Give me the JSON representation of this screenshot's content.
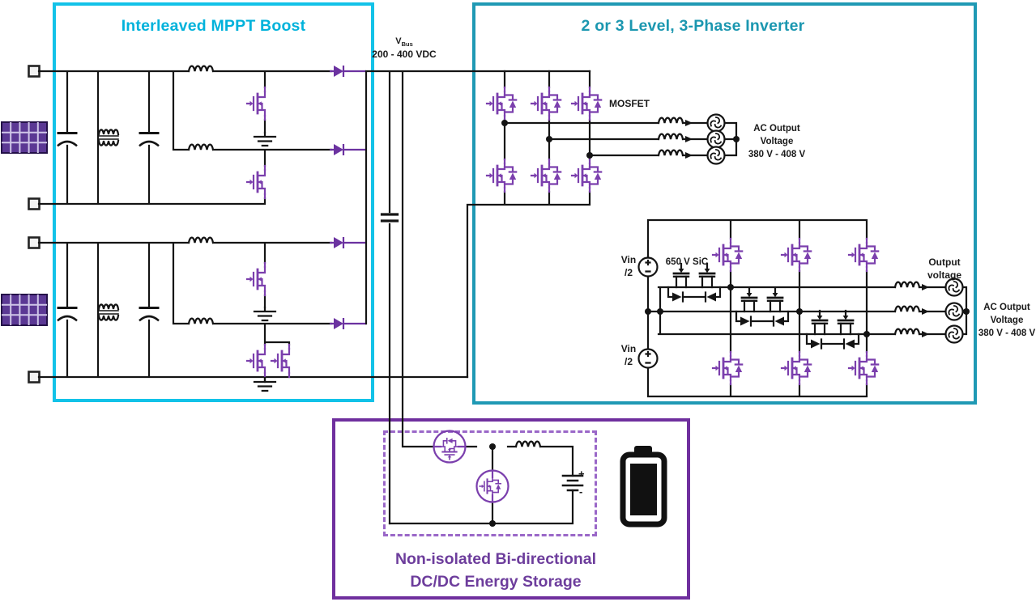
{
  "blocks": {
    "mppt_boost": {
      "title": "Interleaved MPPT Boost"
    },
    "inverter": {
      "title": "2 or 3 Level, 3-Phase Inverter",
      "mosfet_label": "MOSFET",
      "bus_label": {
        "v": "V",
        "sub": "Bus",
        "range": "200 - 400 VDC"
      },
      "two_level_output": [
        "AC Output",
        "Voltage",
        "380 V - 408 V"
      ],
      "three_level": {
        "vin_top": [
          "Vin",
          "/2"
        ],
        "vin_bottom": [
          "Vin",
          "/2"
        ],
        "sic_label": "650 V SiC",
        "output_label": [
          "Output",
          "voltage"
        ],
        "output": [
          "AC Output",
          "Voltage",
          "380 V - 408 V"
        ]
      }
    },
    "storage": {
      "title_line1": "Non-isolated Bi-directional",
      "title_line2": "DC/DC Energy Storage",
      "battery_plus": "+",
      "battery_minus": "-"
    }
  },
  "colors": {
    "accent_cyan": "#12c2e8",
    "accent_teal": "#1f99b4",
    "accent_purple": "#6f2f9e",
    "dashed_purple": "#9a67c8",
    "component_purple": "#7b3fad",
    "diode_purple": "#6b32a0",
    "solar_purple": "#5b3894",
    "wire_black": "#141414",
    "title_cyan": "#00b2db",
    "title_teal": "#1b97b0",
    "title_storage_purple": "#6d3d9c"
  },
  "icons": {
    "solar_panel": "solar-panel-icon",
    "battery": "battery-icon",
    "ground": "ground-icon",
    "ac_source": "ac-source-icon",
    "dc_source": "dc-source-icon"
  }
}
